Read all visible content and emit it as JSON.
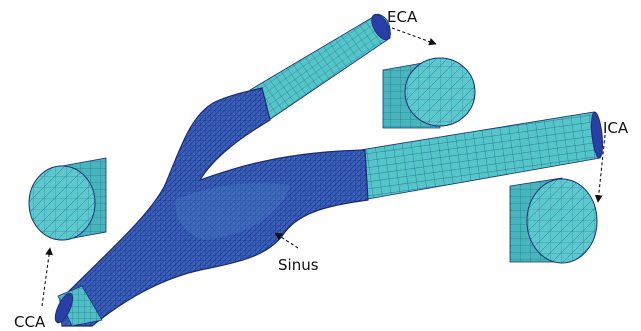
{
  "labels": {
    "cca": "CCA",
    "eca": "ECA",
    "ica": "ICA",
    "sinus": "Sinus"
  },
  "colors": {
    "mesh_fill": "#4fc0c4",
    "mesh_fill_light": "#6fd2d4",
    "mesh_dense": "#2a3fa6",
    "mesh_line": "#15307a",
    "background": "#ffffff",
    "label": "#111111"
  }
}
